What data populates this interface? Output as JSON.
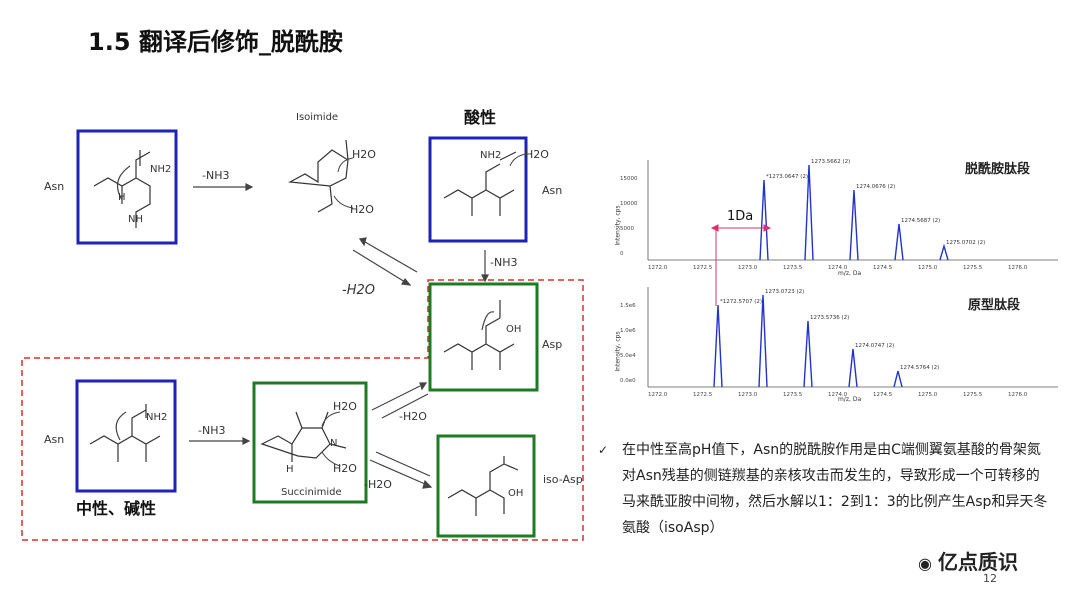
{
  "title": "1.5 翻译后修饰_脱酰胺",
  "scheme": {
    "labels": {
      "asn_top": "Asn",
      "nh3_top": "-NH3",
      "isoimide": "Isoimide",
      "h2o_1": "H2O",
      "h2o_2": "H2O",
      "acidic": "酸性",
      "h2o_3": "H2O",
      "asn_right": "Asn",
      "nh3_mid": "-NH3",
      "h2o_minus_1": "-H2O",
      "asp": "Asp",
      "asn_bottom": "Asn",
      "nh3_bottom": "-NH3",
      "h2o_4": "H2O",
      "h2o_5": "H2O",
      "succinimide": "Succinimide",
      "h2o_minus_2": "-H2O",
      "h2o_minus_3": "-H2O",
      "iso_asp": "iso-Asp",
      "neutral_basic": "中性、碱性",
      "nh2_a": "NH2",
      "nh_a": "NH",
      "h_a": "H",
      "nh2_b": "NH2",
      "nh2_c": "NH2",
      "oh_a": "OH",
      "oh_b": "OH",
      "n_a": "N",
      "h_b": "H"
    }
  },
  "spectra": {
    "top_title": "脱酰胺肽段",
    "bottom_title": "原型肽段",
    "delta_label": "1Da",
    "ylabel": "Intensity, cps",
    "xlabel": "m/z, Da",
    "top_peaks": [
      "*1273.0647 (2)",
      "1273.5662 (2)",
      "1274.0676 (2)",
      "1274.5687 (2)",
      "1275.0702 (2)"
    ],
    "bottom_peaks": [
      "*1272.5707 (2)",
      "1273.0723 (2)",
      "1273.5736 (2)",
      "1274.0747 (2)",
      "1274.5764 (2)"
    ],
    "top_yticks": [
      "15000",
      "10000",
      "5000",
      "0"
    ],
    "bottom_yticks": [
      "1.5e6",
      "1.0e6",
      "5.0e4",
      "0.0e0"
    ],
    "xticks_top": [
      "1272.0",
      "1272.5",
      "1273.0",
      "1273.5",
      "1274.0",
      "1274.5",
      "1275.0",
      "1275.5",
      "1276.0"
    ],
    "xticks_bottom": [
      "1272.0",
      "1272.5",
      "1273.0",
      "1273.5",
      "1274.0",
      "1274.5",
      "1275.0",
      "1275.5",
      "1276.0"
    ]
  },
  "bullet": {
    "mark": "✓",
    "text": "在中性至高pH值下，Asn的脱酰胺作用是由C端侧翼氨基酸的骨架氮对Asn残基的侧链羰基的亲核攻击而发生的，导致形成一个可转移的马来酰亚胺中间物，然后水解以1：2到1：3的比例产生Asp和异天冬氨酸（isoAsp）"
  },
  "watermark": "亿点质识",
  "page_number": "12",
  "colors": {
    "blue_box": "#1f22b8",
    "green_box": "#1e7a23",
    "red_dash": "#d9312c",
    "peak_blue": "#2233cc",
    "marker_magenta": "#d6336c"
  }
}
